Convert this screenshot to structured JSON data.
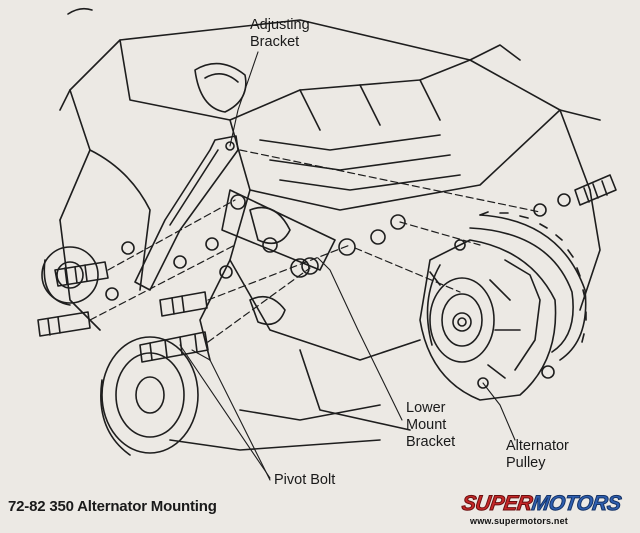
{
  "labels": {
    "adjusting_bracket": [
      "Adjusting",
      "Bracket"
    ],
    "lower_mount_bracket": [
      "Lower",
      "Mount",
      "Bracket"
    ],
    "alternator_pulley": [
      "Alternator",
      "Pulley"
    ],
    "pivot_bolt": "Pivot Bolt"
  },
  "caption": "72-82 350 Alternator Mounting",
  "watermark": {
    "brand_part1": "SUPER",
    "brand_part2": "MOTORS",
    "url": "www.supermotors.net"
  },
  "colors": {
    "background": "#ece9e4",
    "ink": "#1a1a1a",
    "logo_red": "#c62828",
    "logo_blue": "#2f5fb0"
  }
}
